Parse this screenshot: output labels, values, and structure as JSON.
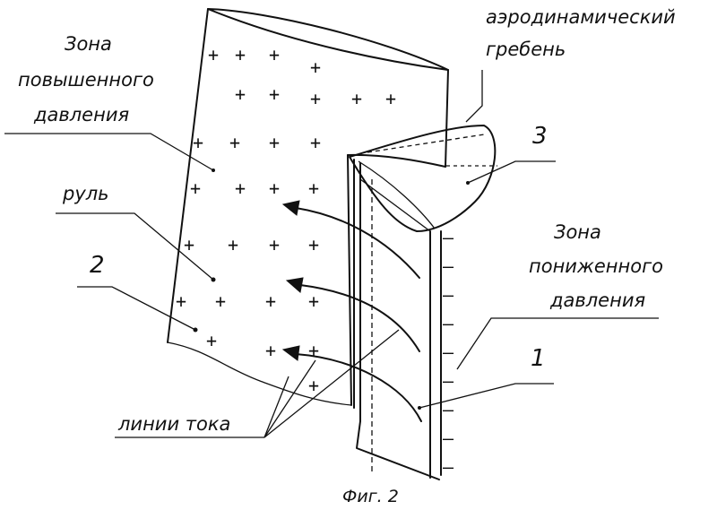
{
  "labels": {
    "high_pressure_zone": [
      "Зона",
      "повышенного",
      "давления"
    ],
    "aero_ridge": [
      "аэродинамический",
      "гребень"
    ],
    "low_pressure_zone": [
      "Зона",
      "пониженного",
      "давления"
    ],
    "rudder": "руль",
    "streamlines": "линии тока",
    "num_1": "1",
    "num_2": "2",
    "num_3": "3"
  },
  "caption": "Фиг. 2",
  "signs": {
    "plus": "+",
    "minus": "–"
  }
}
